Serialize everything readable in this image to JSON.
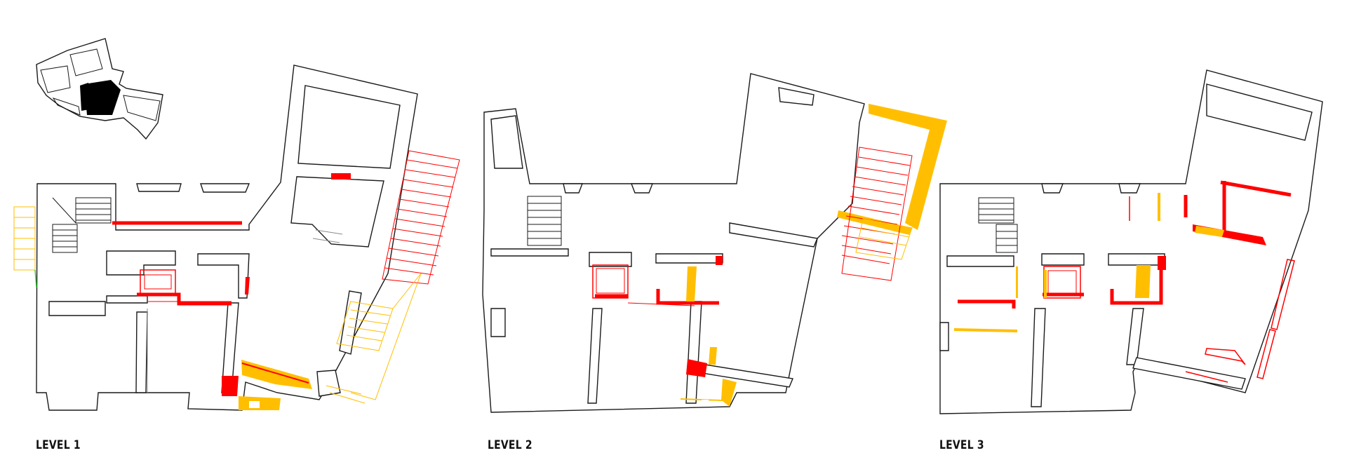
{
  "colors": {
    "new_red": "#ff0000",
    "new_yellow": "#ffbf00",
    "wall_stroke": "#1a1a1a",
    "key_plan_fill": "#000000",
    "background": "#ffffff"
  },
  "key_plan": {
    "icon": "site-key-plan-icon"
  },
  "levels": [
    {
      "label": "LEVEL 1"
    },
    {
      "label": "LEVEL 2"
    },
    {
      "label": "LEVEL 3"
    }
  ]
}
